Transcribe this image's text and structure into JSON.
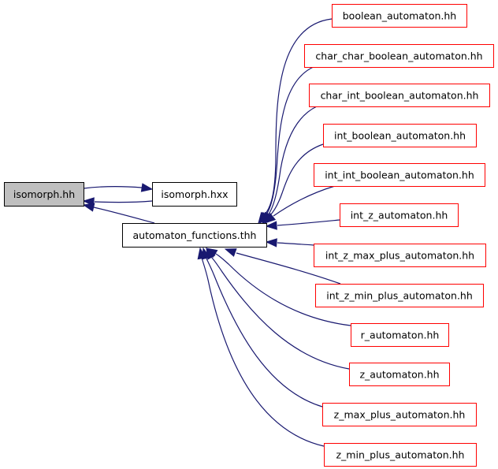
{
  "graph": {
    "type": "include-dependency-graph",
    "colors": {
      "edge": "#191970",
      "focus_fill": "#bfbfbf",
      "focus_border": "#000000",
      "node_border": "#000000",
      "truncated_border": "#ff0000",
      "node_fill": "#ffffff"
    },
    "nodes": [
      {
        "id": "isomorph_hh",
        "label": "isomorph.hh",
        "style": "focus"
      },
      {
        "id": "isomorph_hxx",
        "label": "isomorph.hxx",
        "style": "normal"
      },
      {
        "id": "automaton_functions_thh",
        "label": "automaton_functions.thh",
        "style": "normal"
      },
      {
        "id": "boolean_automaton_hh",
        "label": "boolean_automaton.hh",
        "style": "truncated"
      },
      {
        "id": "char_char_boolean_automaton_hh",
        "label": "char_char_boolean_automaton.hh",
        "style": "truncated"
      },
      {
        "id": "char_int_boolean_automaton_hh",
        "label": "char_int_boolean_automaton.hh",
        "style": "truncated"
      },
      {
        "id": "int_boolean_automaton_hh",
        "label": "int_boolean_automaton.hh",
        "style": "truncated"
      },
      {
        "id": "int_int_boolean_automaton_hh",
        "label": "int_int_boolean_automaton.hh",
        "style": "truncated"
      },
      {
        "id": "int_z_automaton_hh",
        "label": "int_z_automaton.hh",
        "style": "truncated"
      },
      {
        "id": "int_z_max_plus_automaton_hh",
        "label": "int_z_max_plus_automaton.hh",
        "style": "truncated"
      },
      {
        "id": "int_z_min_plus_automaton_hh",
        "label": "int_z_min_plus_automaton.hh",
        "style": "truncated"
      },
      {
        "id": "r_automaton_hh",
        "label": "r_automaton.hh",
        "style": "truncated"
      },
      {
        "id": "z_automaton_hh",
        "label": "z_automaton.hh",
        "style": "truncated"
      },
      {
        "id": "z_max_plus_automaton_hh",
        "label": "z_max_plus_automaton.hh",
        "style": "truncated"
      },
      {
        "id": "z_min_plus_automaton_hh",
        "label": "z_min_plus_automaton.hh",
        "style": "truncated"
      }
    ],
    "edges": [
      {
        "from": "isomorph_hh",
        "to": "isomorph_hxx"
      },
      {
        "from": "isomorph_hxx",
        "to": "isomorph_hh"
      },
      {
        "from": "automaton_functions_thh",
        "to": "isomorph_hh"
      },
      {
        "from": "boolean_automaton_hh",
        "to": "automaton_functions_thh"
      },
      {
        "from": "char_char_boolean_automaton_hh",
        "to": "automaton_functions_thh"
      },
      {
        "from": "char_int_boolean_automaton_hh",
        "to": "automaton_functions_thh"
      },
      {
        "from": "int_boolean_automaton_hh",
        "to": "automaton_functions_thh"
      },
      {
        "from": "int_int_boolean_automaton_hh",
        "to": "automaton_functions_thh"
      },
      {
        "from": "int_z_automaton_hh",
        "to": "automaton_functions_thh"
      },
      {
        "from": "int_z_max_plus_automaton_hh",
        "to": "automaton_functions_thh"
      },
      {
        "from": "int_z_min_plus_automaton_hh",
        "to": "automaton_functions_thh"
      },
      {
        "from": "r_automaton_hh",
        "to": "automaton_functions_thh"
      },
      {
        "from": "z_automaton_hh",
        "to": "automaton_functions_thh"
      },
      {
        "from": "z_max_plus_automaton_hh",
        "to": "automaton_functions_thh"
      },
      {
        "from": "z_min_plus_automaton_hh",
        "to": "automaton_functions_thh"
      }
    ]
  }
}
